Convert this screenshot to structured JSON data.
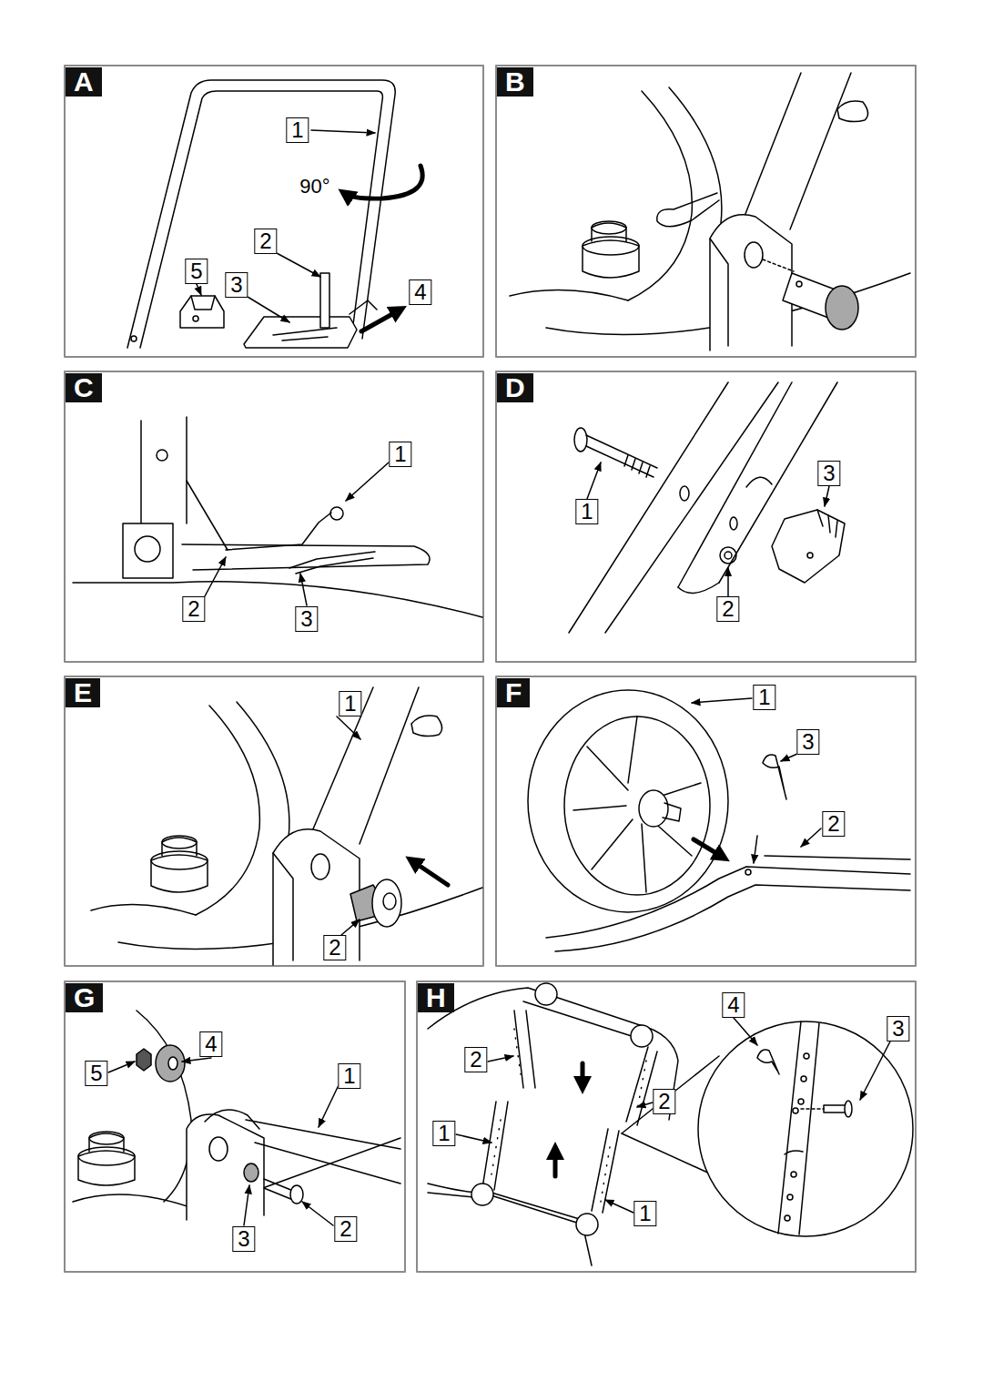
{
  "diagram": {
    "labels": [
      "A",
      "1",
      "90°",
      "2",
      "5",
      "3",
      "4",
      "B",
      "C",
      "1",
      "2",
      "3",
      "D",
      "1",
      "3",
      "2",
      "E",
      "1",
      "2",
      "F",
      "1",
      "3",
      "2",
      "G",
      "4",
      "5",
      "1",
      "3",
      "2",
      "H",
      "4",
      "3",
      "2",
      "2",
      "1",
      "1"
    ]
  }
}
